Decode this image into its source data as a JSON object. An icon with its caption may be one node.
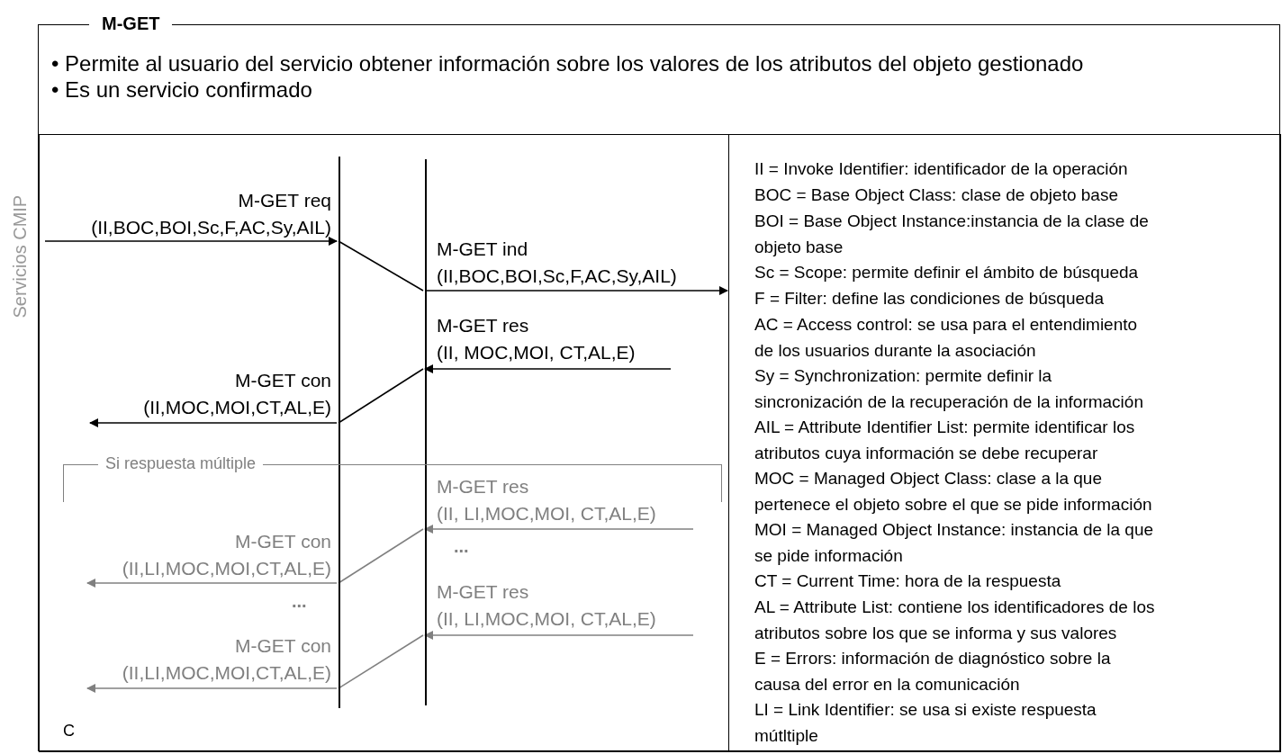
{
  "diagram": {
    "nodes": [
      {
        "text": [
          "M-GET",
          "• Permite al usuario del servicio obtener información sobre los valores de los atributos del objeto gestionado",
          "• Es un servicio confirmado"
        ]
      },
      {
        "text": [
          "C"
        ],
        "in": 0
      },
      {
        "text": [
          "II = Invoke Identifier: identificador de la operación",
          "BOC = Base Object Class: clase de objeto base",
          "BOI = Base Object Instance:instancia de la clase de objeto base",
          "Sc = Scope: permite definir el ámbito de búsqueda",
          "F = Filter: define las condiciones de búsqueda",
          "AC = Access control: se usa para el entendimiento de los usuarios durante la asociación",
          "Sy = Synchronization: permite definir la sincronización de la recuperación de la información",
          "AIL = Attribute Identifier List: permite identificar los atributos cuya información se debe recuperar",
          "MOC = Managed Object Class: clase a la que pertenece el objeto sobre el que se pide información",
          "MOI = Managed Object Instance: instancia de la que se pide información",
          "CT = Current Time: hora de la respuesta",
          "AL = Attribute List: contiene los identificadores de los atributos sobre los que se informa y sus valores",
          "E = Errors: información de diagnóstico sobre la causa del error en la comunicación",
          "LI = Link Identifier: se usa si existe respuesta mútltiple"
        ],
        "in": 0
      },
      {
        "text": [],
        "shape": "bar",
        "in": 1
      },
      {
        "text": [],
        "shape": "bar",
        "in": 1
      },
      {
        "text": [
          "Si respuesta múltiple"
        ],
        "in": 1
      }
    ],
    "edges": [
      {
        "from": null,
        "to": 3,
        "arrow": "to",
        "label": "M-GET req (II,BOC,BOI,Sc,F,AC,Sy,AIL)"
      },
      {
        "from": 3,
        "to": 4,
        "arrow": "none"
      },
      {
        "from": 4,
        "to": 2,
        "arrow": "to",
        "label": "M-GET ind (II,BOC,BOI,Sc,F,AC,Sy,AIL)"
      },
      {
        "from": null,
        "to": 4,
        "arrow": "to",
        "label": "M-GET res (II, MOC,MOI, CT,AL,E)"
      },
      {
        "from": 4,
        "to": 3,
        "arrow": "none"
      },
      {
        "from": 3,
        "to": null,
        "arrow": "to",
        "label": "M-GET con (II,MOC,MOI,CT,AL,E)"
      },
      {
        "from": null,
        "to": 4,
        "arrow": "to",
        "label": "M-GET res (II, LI,MOC,MOI, CT,AL,E)",
        "color": "#808080"
      },
      {
        "from": 4,
        "to": 3,
        "arrow": "none",
        "color": "#808080"
      },
      {
        "from": 3,
        "to": null,
        "arrow": "to",
        "label": "M-GET con (II,LI,MOC,MOI,CT,AL,E)",
        "color": "#808080"
      },
      {
        "from": null,
        "to": 4,
        "arrow": "to",
        "label": "M-GET res (II, LI,MOC,MOI, CT,AL,E)",
        "color": "#808080"
      },
      {
        "from": 4,
        "to": 3,
        "arrow": "none",
        "color": "#808080"
      },
      {
        "from": 3,
        "to": null,
        "arrow": "to",
        "label": "M-GET con (II,LI,MOC,MOI,CT,AL,E)",
        "color": "#808080"
      }
    ],
    "labels": [
      "Servicios CMIP",
      "...",
      "..."
    ]
  }
}
